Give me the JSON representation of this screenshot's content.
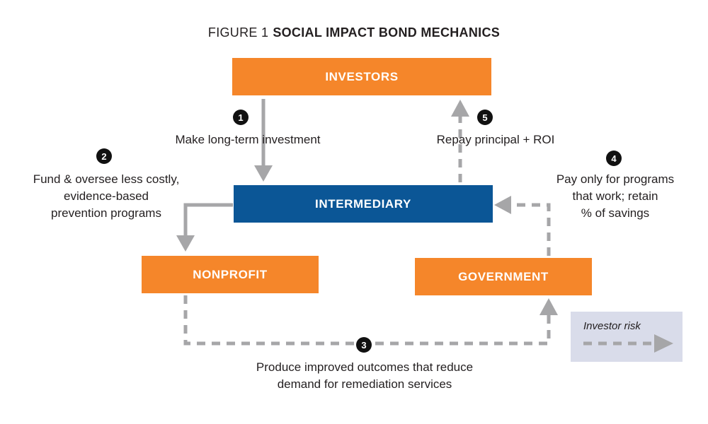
{
  "title": {
    "prefix": "FIGURE 1",
    "main": "SOCIAL IMPACT BOND MECHANICS"
  },
  "nodes": {
    "investors": "INVESTORS",
    "intermediary": "INTERMEDIARY",
    "nonprofit": "NONPROFIT",
    "government": "GOVERNMENT"
  },
  "steps": [
    {
      "num": "1",
      "lines": [
        "Make long-term investment"
      ]
    },
    {
      "num": "2",
      "lines": [
        "Fund & oversee less costly,",
        "evidence-based",
        "prevention programs"
      ]
    },
    {
      "num": "3",
      "lines": [
        "Produce improved outcomes that reduce",
        "demand for remediation services"
      ]
    },
    {
      "num": "4",
      "lines": [
        "Pay only for programs",
        "that work; retain",
        "% of savings"
      ]
    },
    {
      "num": "5",
      "lines": [
        "Repay principal + ROI"
      ]
    }
  ],
  "legend": {
    "label": "Investor risk"
  },
  "colors": {
    "orange": "#f5862a",
    "blue": "#0b5696",
    "arrow": "#a6a6a8",
    "legend_bg": "#d9dcea"
  }
}
